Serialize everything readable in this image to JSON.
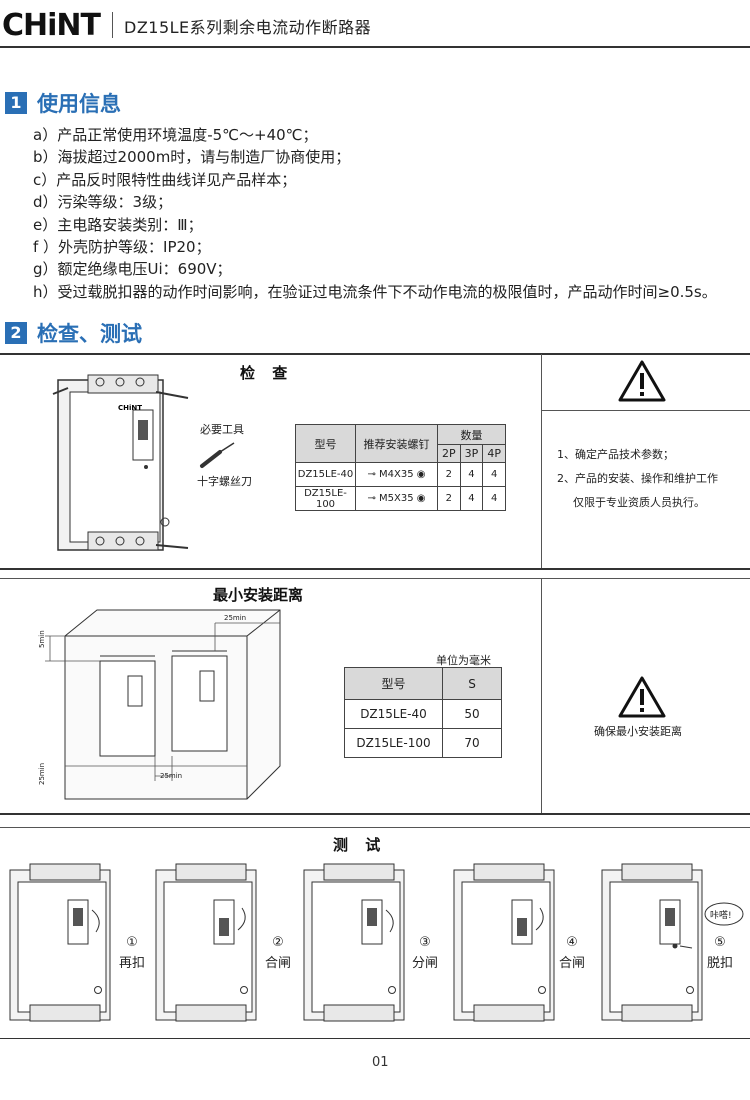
{
  "header": {
    "logo": "CHiNT",
    "title": "DZ15LE系列剩余电流动作断路器"
  },
  "section1": {
    "number": "1",
    "title": "使用信息",
    "items": [
      "a）产品正常使用环境温度-5℃～+40℃；",
      "b）海拔超过2000m时，请与制造厂协商使用；",
      "c）产品反时限特性曲线详见产品样本；",
      "d）污染等级：3级；",
      "e）主电路安装类别：Ⅲ；",
      "f ）外壳防护等级：IP20；",
      "g）额定绝缘电压Ui：690V；",
      "h）受过载脱扣器的动作时间影响，在验证过电流条件下不动作电流的极限值时，产品动作时间≥0.5s。"
    ]
  },
  "section2": {
    "number": "2",
    "title": "检查、测试"
  },
  "inspect": {
    "title": "检 查",
    "tool_title": "必要工具",
    "tool_name": "十字螺丝刀",
    "table": {
      "col_model": "型号",
      "col_screw": "推荐安装螺钉",
      "col_qty": "数量",
      "poles": [
        "2P",
        "3P",
        "4P"
      ],
      "rows": [
        {
          "model": "DZ15LE-40",
          "screw": "M4X35",
          "qty": [
            "2",
            "4",
            "4"
          ]
        },
        {
          "model": "DZ15LE-100",
          "screw": "M5X35",
          "qty": [
            "2",
            "4",
            "4"
          ]
        }
      ]
    },
    "notes": [
      "1、确定产品技术参数；",
      "2、产品的安装、操作和维护工作",
      "仅限于专业资质人员执行。"
    ]
  },
  "distance": {
    "title": "最小安装距离",
    "unit": "单位为毫米",
    "dims": {
      "top_left": "5min",
      "top_right": "25min",
      "bottom_left": "25min",
      "bottom_mid": "25min"
    },
    "table": {
      "col_model": "型号",
      "col_s": "S",
      "rows": [
        {
          "model": "DZ15LE-40",
          "s": "50"
        },
        {
          "model": "DZ15LE-100",
          "s": "70"
        }
      ]
    },
    "note": "确保最小安装距离"
  },
  "test": {
    "title": "测 试",
    "steps": [
      {
        "num": "①",
        "label": "再扣"
      },
      {
        "num": "②",
        "label": "合闸"
      },
      {
        "num": "③",
        "label": "分闸"
      },
      {
        "num": "④",
        "label": "合闸"
      },
      {
        "num": "⑤",
        "label": "脱扣"
      }
    ],
    "click_text": "咔嗒!"
  },
  "page_number": "01"
}
